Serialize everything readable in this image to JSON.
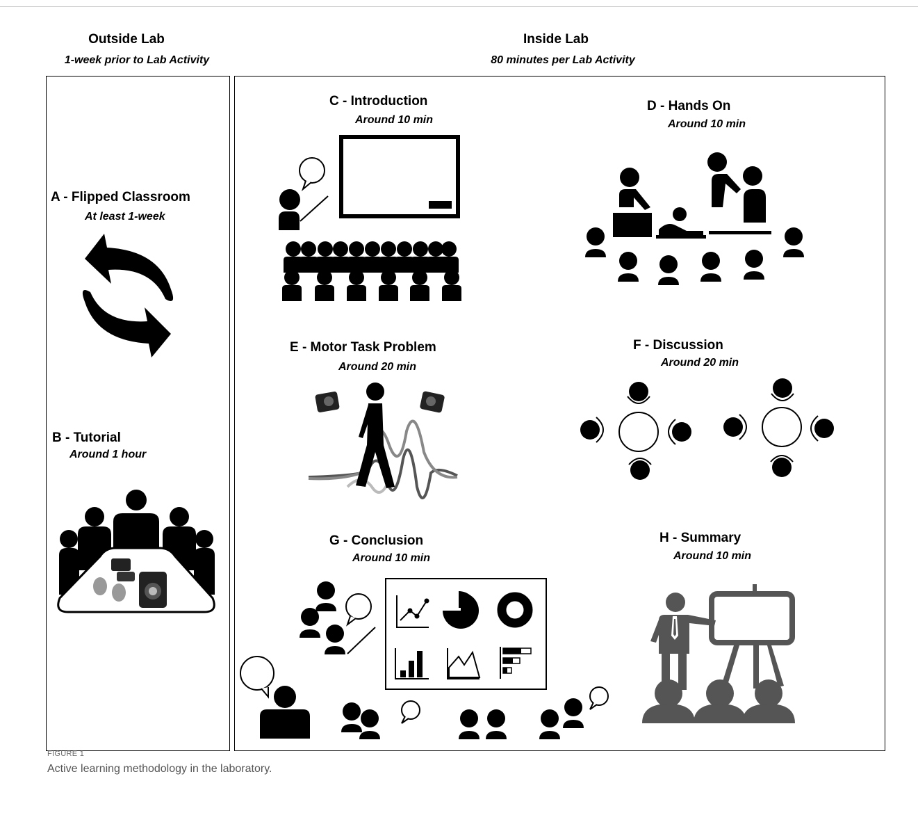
{
  "outside": {
    "title": "Outside Lab",
    "subtitle": "1-week prior to Lab Activity",
    "steps": {
      "a": {
        "title": "A - Flipped Classroom",
        "time": "At least 1-week"
      },
      "b": {
        "title": "B -  Tutorial",
        "time": "Around 1 hour"
      }
    }
  },
  "inside": {
    "title": "Inside Lab",
    "subtitle": "80 minutes per Lab Activity",
    "steps": {
      "c": {
        "title": "C -   Introduction",
        "time": "Around 10 min"
      },
      "d": {
        "title": "D -   Hands On",
        "time": "Around 10 min"
      },
      "e": {
        "title": "E -  Motor Task Problem",
        "time": "Around 20 min"
      },
      "f": {
        "title": "F -    Discussion",
        "time": "Around 20 min"
      },
      "g": {
        "title": "G -  Conclusion",
        "time": "Around 10 min"
      },
      "h": {
        "title": "H -  Summary",
        "time": "Around 10 min"
      }
    }
  },
  "figure": {
    "label": "FIGURE 1",
    "caption": "Active learning methodology in the laboratory."
  },
  "colors": {
    "ink": "#000000",
    "gray_figure": "#575757",
    "caption_text": "#555555"
  }
}
